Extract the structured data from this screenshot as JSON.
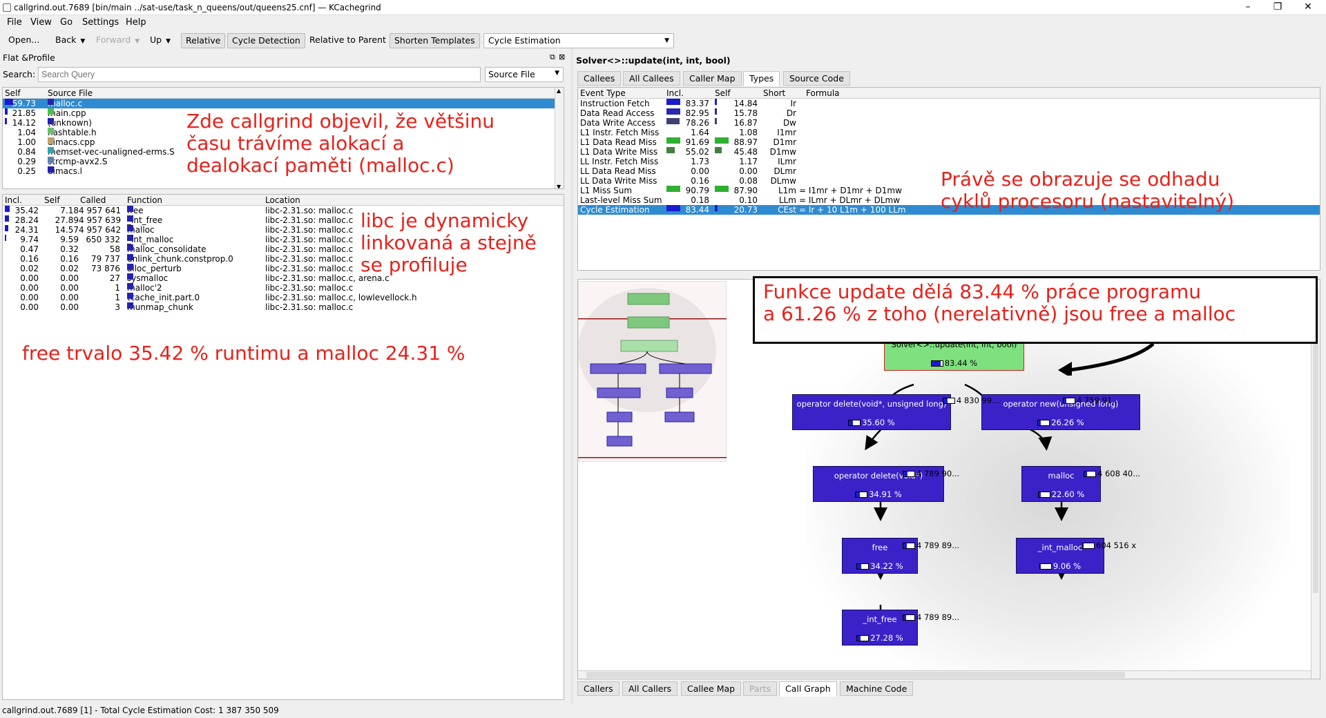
{
  "window": {
    "title": "callgrind.out.7689 [bin/main ../sat-use/task_n_queens/out/queens25.cnf] — KCachegrind"
  },
  "menu": [
    "File",
    "View",
    "Go",
    "Settings",
    "Help"
  ],
  "toolbar": {
    "open": "Open...",
    "back": "Back",
    "forward": "Forward",
    "up": "Up",
    "relative": "Relative",
    "cycle_detection": "Cycle Detection",
    "relative_to_parent": "Relative to Parent",
    "shorten_templates": "Shorten Templates",
    "event_type": "Cycle Estimation"
  },
  "flat_profile": {
    "title": "Flat &Profile",
    "search_label": "Search:",
    "search_placeholder": "Search Query",
    "group_by": "Source File",
    "headers": [
      "Self",
      "Source File"
    ],
    "rows": [
      {
        "self": "59.73",
        "name": "malloc.c",
        "color": "#2323b0",
        "bar": 0.6
      },
      {
        "self": "21.85",
        "name": "main.cpp",
        "color": "#4cc04c",
        "bar": 0.22
      },
      {
        "self": "14.12",
        "name": "(unknown)",
        "color": "#2323b0",
        "bar": 0.14
      },
      {
        "self": "1.04",
        "name": "hashtable.h",
        "color": "#6ac06a",
        "bar": 0
      },
      {
        "self": "1.00",
        "name": "dimacs.cpp",
        "color": "#c4a070",
        "bar": 0
      },
      {
        "self": "0.84",
        "name": "memset-vec-unaligned-erms.S",
        "color": "#3aa0b0",
        "bar": 0
      },
      {
        "self": "0.29",
        "name": "strcmp-avx2.S",
        "color": "#6080b0",
        "bar": 0
      },
      {
        "self": "0.25",
        "name": "dimacs.l",
        "color": "#2323b0",
        "bar": 0
      }
    ]
  },
  "function_list": {
    "headers": [
      "Incl.",
      "Self",
      "Called",
      "Function",
      "Location"
    ],
    "rows": [
      {
        "incl": "35.42",
        "self": "7.18",
        "called": "4 957 641",
        "func": "free",
        "loc": "libc-2.31.so: malloc.c",
        "bar": 0.35
      },
      {
        "incl": "28.24",
        "self": "27.89",
        "called": "4 957 639",
        "func": "_int_free",
        "loc": "libc-2.31.so: malloc.c",
        "bar": 0.28
      },
      {
        "incl": "24.31",
        "self": "14.57",
        "called": "4 957 642",
        "func": "malloc",
        "loc": "libc-2.31.so: malloc.c",
        "bar": 0.24
      },
      {
        "incl": "9.74",
        "self": "9.59",
        "called": "650 332",
        "func": "_int_malloc",
        "loc": "libc-2.31.so: malloc.c",
        "bar": 0.1
      },
      {
        "incl": "0.47",
        "self": "0.32",
        "called": "58",
        "func": "malloc_consolidate",
        "loc": "libc-2.31.so: malloc.c",
        "bar": 0
      },
      {
        "incl": "0.16",
        "self": "0.16",
        "called": "79 737",
        "func": "unlink_chunk.constprop.0",
        "loc": "libc-2.31.so: malloc.c",
        "bar": 0
      },
      {
        "incl": "0.02",
        "self": "0.02",
        "called": "73 876",
        "func": "alloc_perturb",
        "loc": "libc-2.31.so: malloc.c",
        "bar": 0
      },
      {
        "incl": "0.00",
        "self": "0.00",
        "called": "27",
        "func": "sysmalloc",
        "loc": "libc-2.31.so: malloc.c, arena.c",
        "bar": 0
      },
      {
        "incl": "0.00",
        "self": "0.00",
        "called": "1",
        "func": "malloc'2",
        "loc": "libc-2.31.so: malloc.c",
        "bar": 0
      },
      {
        "incl": "0.00",
        "self": "0.00",
        "called": "1",
        "func": "tcache_init.part.0",
        "loc": "libc-2.31.so: malloc.c, lowlevellock.h",
        "bar": 0
      },
      {
        "incl": "0.00",
        "self": "0.00",
        "called": "3",
        "func": "munmap_chunk",
        "loc": "libc-2.31.so: malloc.c",
        "bar": 0
      }
    ]
  },
  "detail": {
    "function_title": "Solver<>::update(int, int, bool)",
    "top_tabs": [
      "Callees",
      "All Callees",
      "Caller Map",
      "Types",
      "Source Code"
    ],
    "active_top_tab": "Types",
    "type_headers": [
      "Event Type",
      "Incl.",
      "Self",
      "Short",
      "Formula"
    ],
    "types": [
      {
        "event": "Instruction Fetch",
        "incl": "83.37",
        "self": "14.84",
        "short": "Ir",
        "formula": "",
        "inclbar": 1,
        "selfbar": 0.15,
        "color": "#1a1ad0"
      },
      {
        "event": "Data Read Access",
        "incl": "82.95",
        "self": "15.78",
        "short": "Dr",
        "formula": "",
        "inclbar": 1,
        "selfbar": 0.16,
        "color": "#2828b0"
      },
      {
        "event": "Data Write Access",
        "incl": "78.26",
        "self": "16.87",
        "short": "Dw",
        "formula": "",
        "inclbar": 0.95,
        "selfbar": 0.17,
        "color": "#404070"
      },
      {
        "event": "L1 Instr. Fetch Miss",
        "incl": "1.64",
        "self": "1.08",
        "short": "I1mr",
        "formula": "",
        "inclbar": 0,
        "selfbar": 0,
        "color": "#1a1ad0"
      },
      {
        "event": "L1 Data Read Miss",
        "incl": "91.69",
        "self": "88.97",
        "short": "D1mr",
        "formula": "",
        "inclbar": 1,
        "selfbar": 1,
        "color": "#30b030"
      },
      {
        "event": "L1 Data Write Miss",
        "incl": "55.02",
        "self": "45.48",
        "short": "D1mw",
        "formula": "",
        "inclbar": 0.6,
        "selfbar": 0.5,
        "color": "#408040"
      },
      {
        "event": "LL Instr. Fetch Miss",
        "incl": "1.73",
        "self": "1.17",
        "short": "ILmr",
        "formula": "",
        "inclbar": 0,
        "selfbar": 0,
        "color": "#1a1ad0"
      },
      {
        "event": "LL Data Read Miss",
        "incl": "0.00",
        "self": "0.00",
        "short": "DLmr",
        "formula": "",
        "inclbar": 0,
        "selfbar": 0,
        "color": "#1a1ad0"
      },
      {
        "event": "LL Data Write Miss",
        "incl": "0.16",
        "self": "0.08",
        "short": "DLmw",
        "formula": "",
        "inclbar": 0,
        "selfbar": 0,
        "color": "#1a1ad0"
      },
      {
        "event": "L1 Miss Sum",
        "incl": "90.79",
        "self": "87.90",
        "short": "L1m",
        "formula": "= I1mr + D1mr + D1mw",
        "inclbar": 1,
        "selfbar": 1,
        "color": "#30b030"
      },
      {
        "event": "Last-level Miss Sum",
        "incl": "0.18",
        "self": "0.10",
        "short": "LLm",
        "formula": "= ILmr + DLmr + DLmw",
        "inclbar": 0,
        "selfbar": 0,
        "color": "#1a1ad0"
      },
      {
        "event": "Cycle Estimation",
        "incl": "83.44",
        "self": "20.73",
        "short": "CEst",
        "formula": "= Ir + 10 L1m + 100 LLm",
        "inclbar": 1,
        "selfbar": 0.2,
        "color": "#1a1ad0"
      }
    ],
    "bottom_tabs": [
      "Callers",
      "All Callers",
      "Callee Map",
      "Parts",
      "Call Graph",
      "Machine Code"
    ],
    "active_bottom_tab": "Call Graph"
  },
  "call_graph": {
    "nodes": [
      {
        "id": "update",
        "label": "Solver<>::update(int, int, bool)",
        "pct": "83.44 %",
        "fill": 0.83
      },
      {
        "id": "op_delete2",
        "label": "operator delete(void*, unsigned long)",
        "pct": "35.60 %",
        "fill": 0.36
      },
      {
        "id": "op_new",
        "label": "operator new(unsigned long)",
        "pct": "26.26 %",
        "fill": 0.26
      },
      {
        "id": "op_delete1",
        "label": "operator delete(void*)",
        "pct": "34.91 %",
        "fill": 0.35
      },
      {
        "id": "malloc",
        "label": "malloc",
        "pct": "22.60 %",
        "fill": 0.23
      },
      {
        "id": "free",
        "label": "free",
        "pct": "34.22 %",
        "fill": 0.34
      },
      {
        "id": "int_malloc",
        "label": "_int_malloc",
        "pct": "9.06 %",
        "fill": 0.09
      },
      {
        "id": "int_free",
        "label": "_int_free",
        "pct": "27.28 %",
        "fill": 0.27
      }
    ],
    "edges": [
      {
        "label": "4 830 99...",
        "fill": 0.36
      },
      {
        "label": "4 759 91...",
        "fill": 0.26
      },
      {
        "label": "4 789 90...",
        "fill": 0.35
      },
      {
        "label": "4 608 40...",
        "fill": 0.23
      },
      {
        "label": "4 789 89...",
        "fill": 0.34
      },
      {
        "label": "604 516 x",
        "fill": 0.09
      },
      {
        "label": "4 789 89...",
        "fill": 0.27
      }
    ]
  },
  "annotations": {
    "a1": [
      "Zde callgrind objevil, že většinu",
      "času trávíme alokací a",
      "dealokací paměti (malloc.c)"
    ],
    "a2": [
      "libc je dynamicky",
      "linkovaná a stejně",
      "se profiluje"
    ],
    "a3": "free trvalo 35.42 % runtimu a malloc 24.31 %",
    "a4": [
      "Právě se obrazuje se odhadu",
      "cyklů procesoru (nastavitelný)"
    ],
    "a5": [
      "Funkce update dělá 83.44 % práce programu",
      "a 61.26 % z toho (nerelativně) jsou free a malloc"
    ]
  },
  "status": "callgrind.out.7689 [1] - Total Cycle Estimation Cost: 1 387 350 509"
}
